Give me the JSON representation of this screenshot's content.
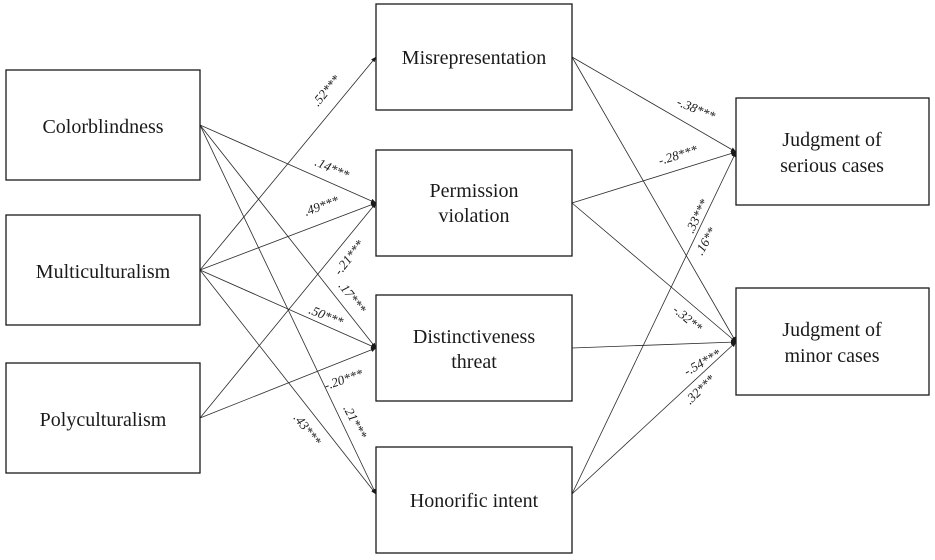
{
  "nodes": {
    "colorblindness": "Colorblindness",
    "multiculturalism": "Multiculturalism",
    "polyculturalism": "Polyculturalism",
    "misrepresentation": "Misrepresentation",
    "permission": [
      "Permission",
      "violation"
    ],
    "distinctiveness": [
      "Distinctiveness",
      "threat"
    ],
    "honorific": "Honorific intent",
    "serious": [
      "Judgment of",
      "serious cases"
    ],
    "minor": [
      "Judgment of",
      "minor cases"
    ]
  },
  "coefficients": {
    "multi_misrep": ".52***",
    "color_perm": ".14***",
    "multi_perm": ".49***",
    "poly_perm": "-.21***",
    "color_dist": ".17***",
    "multi_dist": ".50***",
    "poly_dist": "-.20***",
    "color_hon": ".21***",
    "multi_hon": ".43***",
    "misrep_serious": "-.38***",
    "perm_serious": "-.28***",
    "hon_serious": ".33***",
    "misrep_minor": ".16**",
    "perm_minor": "-.32**",
    "dist_minor": "-.54***",
    "hon_minor": ".32***"
  }
}
